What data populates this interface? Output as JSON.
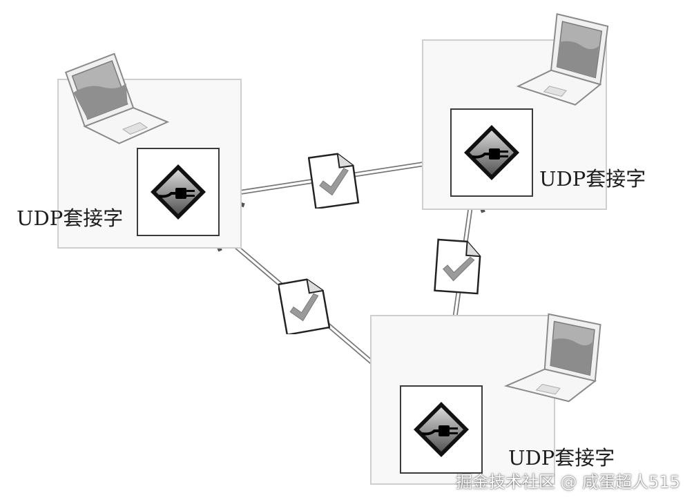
{
  "hosts": [
    {
      "id": "left",
      "socket_label": "UDP套接字"
    },
    {
      "id": "right",
      "socket_label": "UDP套接字"
    },
    {
      "id": "bottom",
      "socket_label": "UDP套接字"
    }
  ],
  "watermark": "掘金技术社区 @ 咸蛋超人515",
  "icons": {
    "computer": "laptop-icon",
    "socket": "plug-socket-icon",
    "packet": "datagram-document-icon"
  },
  "colors": {
    "box_border": "#cfcfcf",
    "socket_border": "#3a3a3a",
    "arrow": "#6a6a6a"
  }
}
